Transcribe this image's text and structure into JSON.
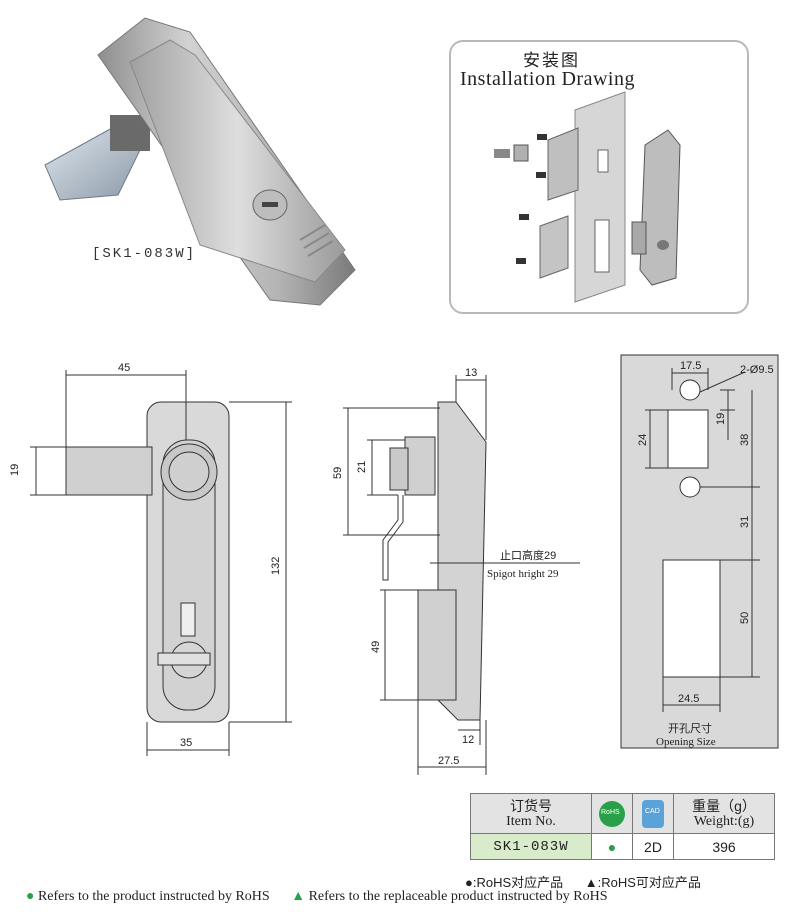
{
  "model_caption": "[SK1-083W]",
  "installation": {
    "title_cn": "安装图",
    "title_en": "Installation Drawing"
  },
  "front_view": {
    "dim_width_top": "45",
    "dim_handle_height": "19",
    "dim_total_height": "132",
    "dim_width_bottom": "35"
  },
  "side_view": {
    "dim_top": "13",
    "dim_59": "59",
    "dim_21": "21",
    "spigot_cn": "止口高度29",
    "spigot_en": "Spigot hright 29",
    "dim_49": "49",
    "dim_12": "12",
    "dim_27_5": "27.5"
  },
  "cutout": {
    "dim_17_5": "17.5",
    "dim_hole": "2-Ø9.5",
    "dim_19": "19",
    "dim_24": "24",
    "dim_38": "38",
    "dim_31": "31",
    "dim_50": "50",
    "dim_24_5": "24.5",
    "label_cn": "开孔尺寸",
    "label_en": "Opening Size"
  },
  "order_table": {
    "header_item_cn": "订货号",
    "header_item_en": "Item No.",
    "rohs_badge": "RoHS",
    "cad_badge": "CAD",
    "header_weight_cn": "重量（g）",
    "header_weight_en": "Weight:(g)",
    "item_no": "SK1-083W",
    "rohs_mark": "●",
    "cad_value": "2D",
    "weight": "396"
  },
  "legend": {
    "rohs_short": "●:RoHS对应产品",
    "replaceable_short": "▲:RoHS可对应产品",
    "rohs_long": "Refers to the product instructed by RoHS",
    "replaceable_long": "Refers to the replaceable product instructed by RoHS",
    "dot_symbol": "●",
    "tri_symbol": "▲"
  },
  "colors": {
    "rohs_green": "#29a047",
    "table_item_bg": "#d8eccb",
    "cad_blue": "#5aa3d8"
  }
}
